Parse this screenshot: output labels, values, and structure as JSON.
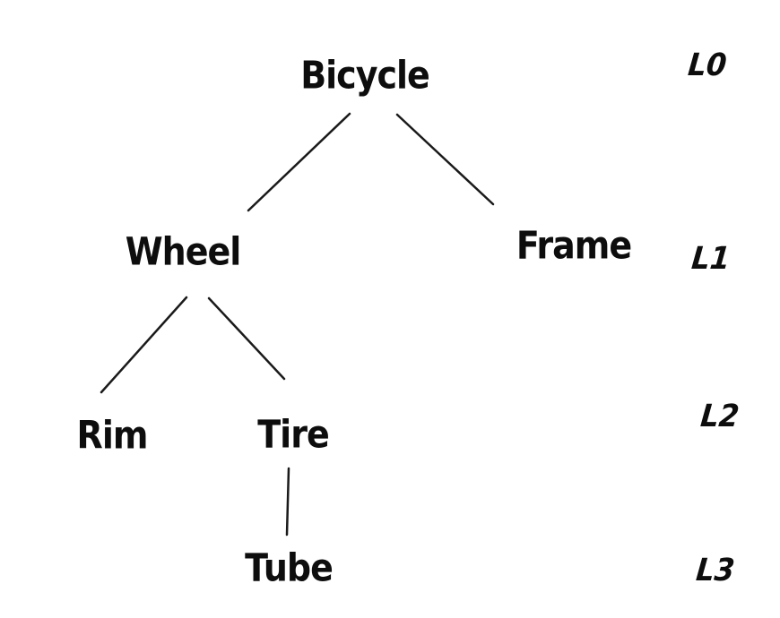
{
  "diagram": {
    "type": "tree",
    "background_color": "#ffffff",
    "ink_color": "#1a1a1a",
    "style": "hand-drawn",
    "nodes": {
      "bicycle": {
        "label": "Bicycle",
        "level": "L0"
      },
      "wheel": {
        "label": "Wheel",
        "level": "L1"
      },
      "frame": {
        "label": "Frame",
        "level": "L1"
      },
      "rim": {
        "label": "Rim",
        "level": "L2"
      },
      "tire": {
        "label": "Tire",
        "level": "L2"
      },
      "tube": {
        "label": "Tube",
        "level": "L3"
      }
    },
    "edges": [
      {
        "from": "Bicycle",
        "to": "Wheel"
      },
      {
        "from": "Bicycle",
        "to": "Frame"
      },
      {
        "from": "Wheel",
        "to": "Rim"
      },
      {
        "from": "Wheel",
        "to": "Tire"
      },
      {
        "from": "Tire",
        "to": "Tube"
      }
    ],
    "level_labels": {
      "l0": "L0",
      "l1": "L1",
      "l2": "L2",
      "l3": "L3"
    }
  }
}
